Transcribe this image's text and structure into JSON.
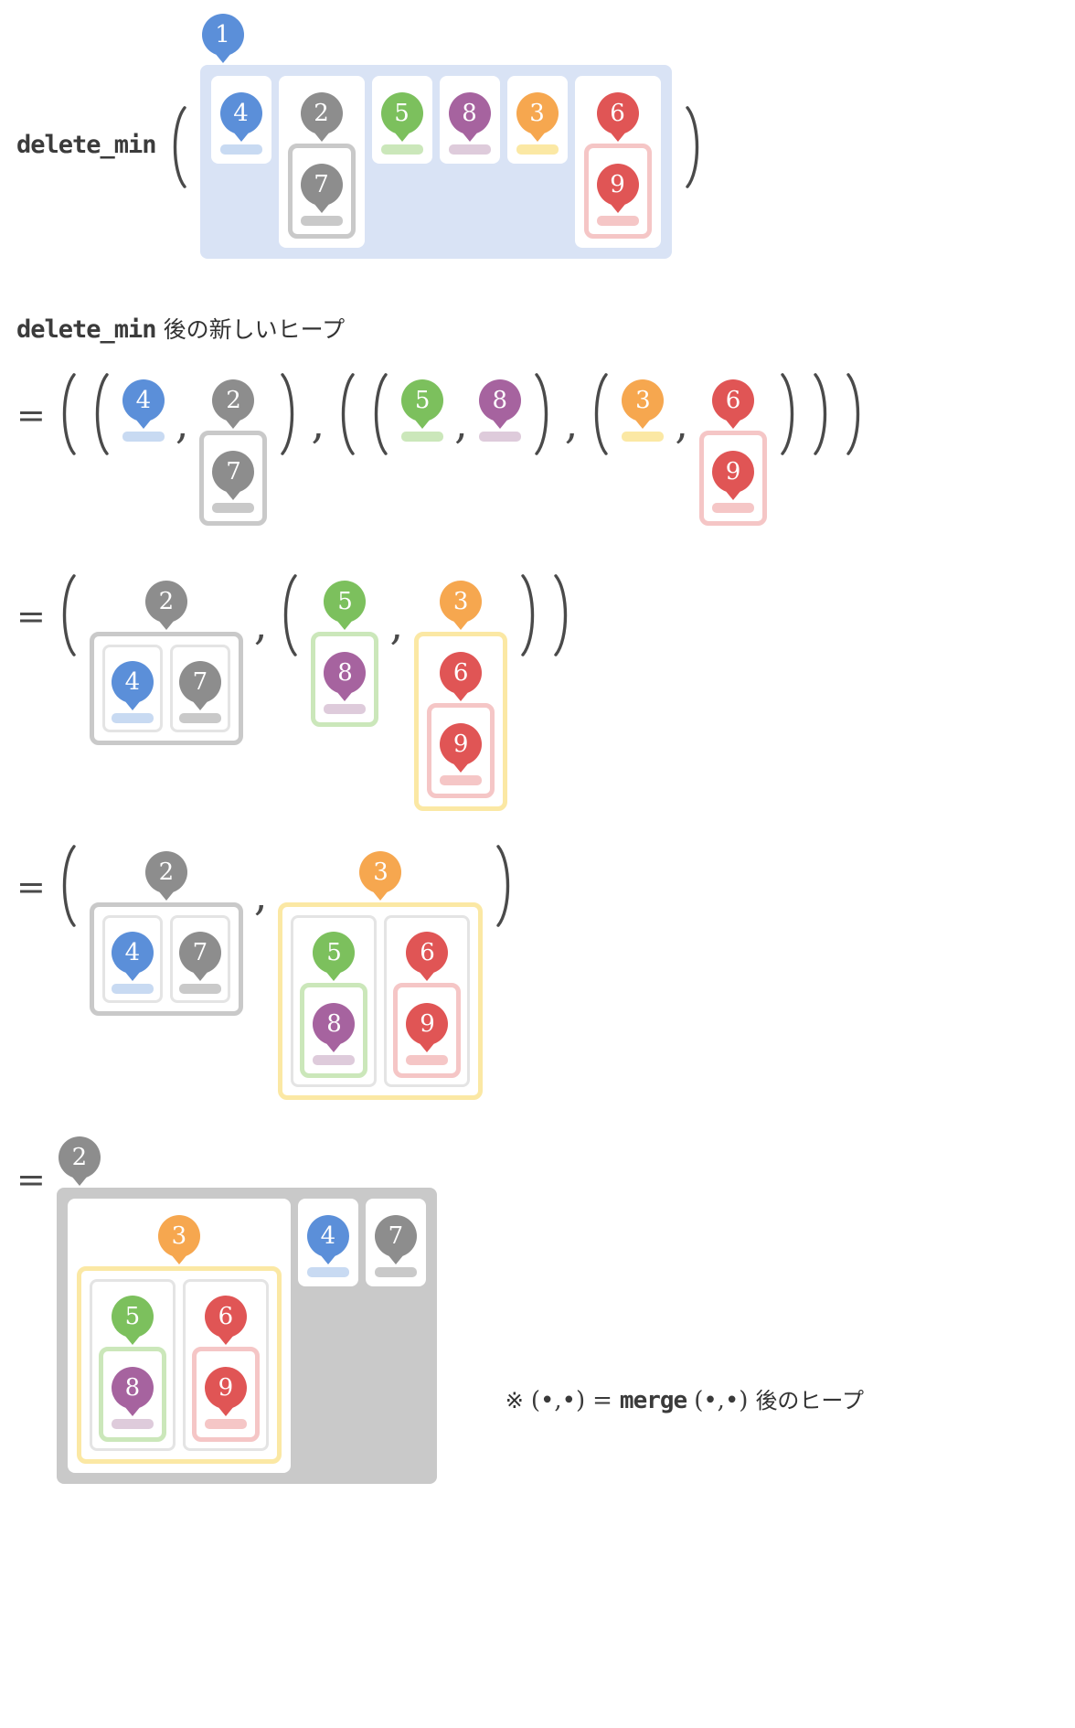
{
  "palette": {
    "ink": "#4a4a4a",
    "fill_blue": "#d9e3f5",
    "fill_gray": "#c9c9c9",
    "card_border": "#e4e4e4",
    "blue": {
      "main": "#5b8fd9",
      "light": "#c8daf2"
    },
    "gray": {
      "main": "#8d8d8d",
      "light": "#c9c9c9"
    },
    "green": {
      "main": "#7cc05d",
      "light": "#cbe7ba"
    },
    "purple": {
      "main": "#a6639f",
      "light": "#decbdb"
    },
    "orange": {
      "main": "#f6a74f",
      "light": "#fbe8a4"
    },
    "red": {
      "main": "#e05555",
      "light": "#f5c6c6"
    }
  },
  "header": {
    "func": "delete_min"
  },
  "subtitle": {
    "code": "delete_min",
    "jp": "後の新しいヒープ"
  },
  "footnote": {
    "mark": "※",
    "pair_left": "(•,•)",
    "eq": "=",
    "func": "merge",
    "pair_right": "(•,•)",
    "jp": "後のヒープ"
  },
  "symbols": {
    "equals": "=",
    "comma": ",",
    "open": "(",
    "close": ")"
  },
  "heaps": {
    "top": {
      "v": 1,
      "c": "blue",
      "fill": "blue",
      "wrap": "white",
      "children": [
        {
          "v": 4,
          "c": "blue"
        },
        {
          "v": 2,
          "c": "gray",
          "children": [
            {
              "v": 7,
              "c": "gray"
            }
          ]
        },
        {
          "v": 5,
          "c": "green"
        },
        {
          "v": 8,
          "c": "purple"
        },
        {
          "v": 3,
          "c": "orange"
        },
        {
          "v": 6,
          "c": "red",
          "children": [
            {
              "v": 9,
              "c": "red"
            }
          ]
        }
      ]
    },
    "t4": {
      "v": 4,
      "c": "blue"
    },
    "t5": {
      "v": 5,
      "c": "green"
    },
    "t8": {
      "v": 8,
      "c": "purple"
    },
    "t3": {
      "v": 3,
      "c": "orange"
    },
    "t2_7": {
      "v": 2,
      "c": "gray",
      "children": [
        {
          "v": 7,
          "c": "gray"
        }
      ]
    },
    "t6_9": {
      "v": 6,
      "c": "red",
      "children": [
        {
          "v": 9,
          "c": "red"
        }
      ]
    },
    "t2_47": {
      "v": 2,
      "c": "gray",
      "wrap": "faint",
      "children": [
        {
          "v": 4,
          "c": "blue"
        },
        {
          "v": 7,
          "c": "gray"
        }
      ]
    },
    "t5_8": {
      "v": 5,
      "c": "green",
      "children": [
        {
          "v": 8,
          "c": "purple"
        }
      ]
    },
    "t3_69": {
      "v": 3,
      "c": "orange",
      "children": [
        {
          "v": 6,
          "c": "red",
          "children": [
            {
              "v": 9,
              "c": "red"
            }
          ]
        }
      ]
    },
    "t3_5869": {
      "v": 3,
      "c": "orange",
      "wrap": "faint",
      "children": [
        {
          "v": 5,
          "c": "green",
          "children": [
            {
              "v": 8,
              "c": "purple"
            }
          ]
        },
        {
          "v": 6,
          "c": "red",
          "children": [
            {
              "v": 9,
              "c": "red"
            }
          ]
        }
      ]
    },
    "final": {
      "v": 2,
      "c": "gray",
      "fill": "gray",
      "wrap": "white",
      "children": [
        {
          "v": 3,
          "c": "orange",
          "wrap": "faint",
          "children": [
            {
              "v": 5,
              "c": "green",
              "children": [
                {
                  "v": 8,
                  "c": "purple"
                }
              ]
            },
            {
              "v": 6,
              "c": "red",
              "children": [
                {
                  "v": 9,
                  "c": "red"
                }
              ]
            }
          ]
        },
        {
          "v": 4,
          "c": "blue"
        },
        {
          "v": 7,
          "c": "gray"
        }
      ]
    }
  },
  "lines": [
    [
      "(",
      "@top",
      ")"
    ],
    [
      "=",
      "(",
      "(",
      "@t4",
      ",",
      "@t2_7",
      ")",
      ",",
      "(",
      "(",
      "@t5",
      ",",
      "@t8",
      ")",
      ",",
      "(",
      "@t3",
      ",",
      "@t6_9",
      ")",
      ")",
      ")"
    ],
    [
      "=",
      "(",
      "@t2_47",
      ",",
      "(",
      "@t5_8",
      ",",
      "@t3_69",
      ")",
      ")"
    ],
    [
      "=",
      "(",
      "@t2_47",
      ",",
      "@t3_5869",
      ")"
    ],
    [
      "=",
      "@final"
    ]
  ]
}
